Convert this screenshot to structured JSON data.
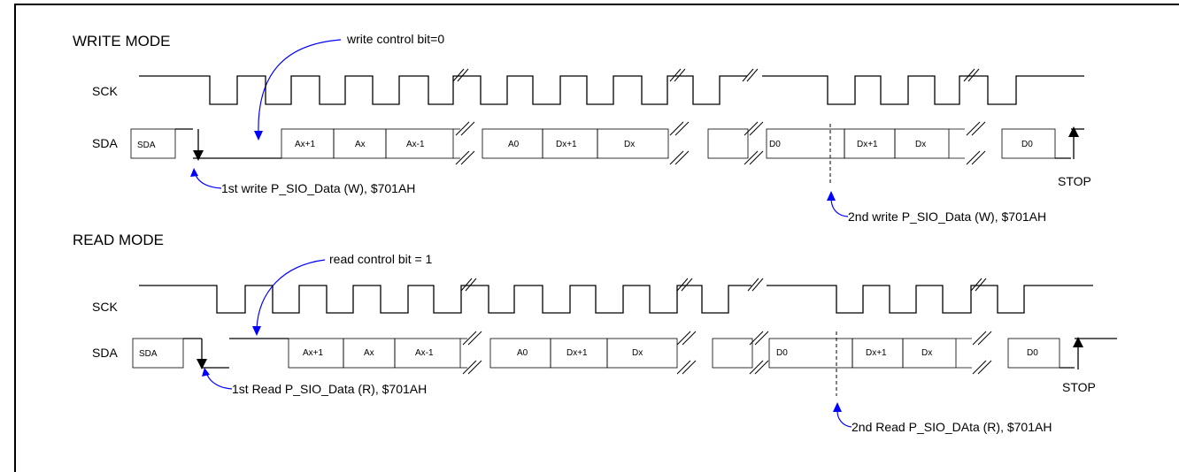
{
  "write": {
    "title": "WRITE MODE",
    "sck_label": "SCK",
    "sda_label": "SDA",
    "sda_init": "SDA",
    "control_note": "write control bit=0",
    "cells": [
      "Ax+1",
      "Ax",
      "Ax-1",
      "A0",
      "Dx+1",
      "Dx",
      "D0",
      "Dx+1",
      "Dx",
      "D0"
    ],
    "first_note": "1st write P_SIO_Data (W), $701AH",
    "second_note": "2nd write P_SIO_Data (W), $701AH",
    "stop": "STOP"
  },
  "read": {
    "title": "READ MODE",
    "sck_label": "SCK",
    "sda_label": "SDA",
    "sda_init": "SDA",
    "control_note": "read control bit = 1",
    "cells": [
      "Ax+1",
      "Ax",
      "Ax-1",
      "A0",
      "Dx+1",
      "Dx",
      "D0",
      "Dx+1",
      "Dx",
      "D0"
    ],
    "first_note": "1st Read P_SIO_Data (R),  $701AH",
    "second_note": "2nd Read P_SIO_DAta (R), $701AH",
    "stop": "STOP"
  }
}
